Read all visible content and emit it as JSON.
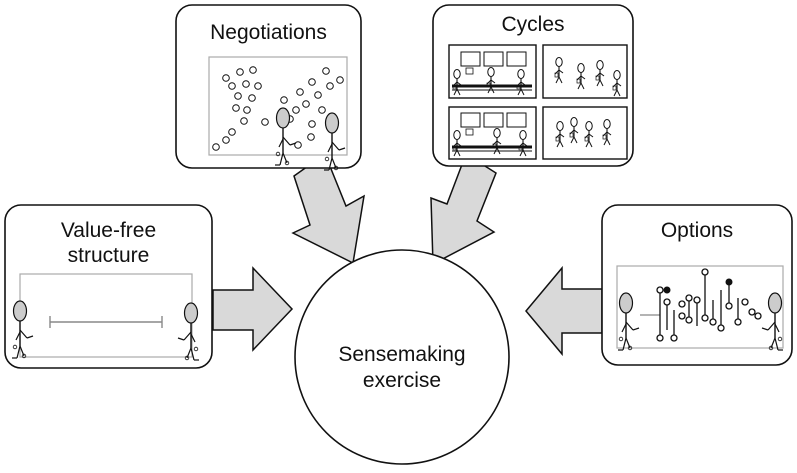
{
  "boxes": {
    "negotiations": {
      "title": "Negotiations"
    },
    "cycles": {
      "title": "Cycles"
    },
    "value_free": {
      "title_line1": "Value-free",
      "title_line2": "structure"
    },
    "options": {
      "title": "Options"
    }
  },
  "center": {
    "line1": "Sensemaking",
    "line2": "exercise"
  },
  "colors": {
    "stroke": "#111111",
    "arrow_fill": "#d9d9d9",
    "inner_frame": "#aaaaaa",
    "figure_fill": "#cccccc"
  }
}
